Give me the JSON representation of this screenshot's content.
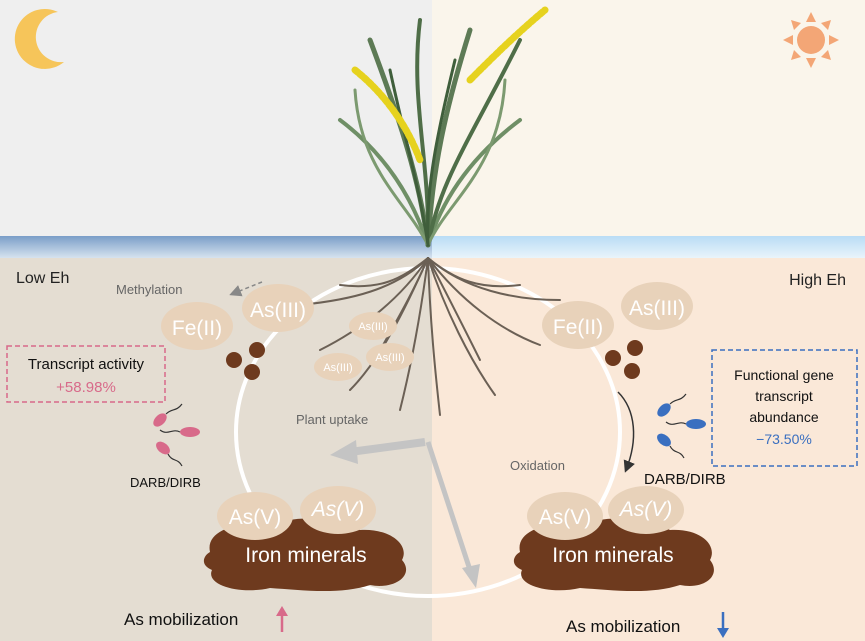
{
  "left": {
    "zone_label": "Low Eh",
    "process_label": "Methylation",
    "transcript_title": "Transcript activity",
    "transcript_value": "+58.98%",
    "microbe_label": "DARB/DIRB",
    "mobilization_label": "As mobilization",
    "mobilization_direction": "up",
    "icon": "moon-icon"
  },
  "right": {
    "zone_label": "High Eh",
    "process_label": "Oxidation",
    "gene_line1": "Functional gene",
    "gene_line2": "transcript",
    "gene_line3": "abundance",
    "gene_value": "−73.50%",
    "microbe_label": "DARB/DIRB",
    "mobilization_label": "As mobilization",
    "mobilization_direction": "down",
    "icon": "sun-icon"
  },
  "center": {
    "plant_uptake_label": "Plant uptake"
  },
  "species": {
    "fe2": "Fe(II)",
    "as3": "As(III)",
    "as5": "As(V)",
    "as5_italic": "As(V)",
    "iron_minerals": "Iron minerals"
  },
  "colors": {
    "sky_left": "#efefef",
    "sky_right": "#faf5eb",
    "soil_left": "#e4ddd2",
    "soil_right": "#fae8d8",
    "water": "#a8c8e8",
    "bubble": "#e8d2ba",
    "mineral": "#6e3a1e",
    "pink": "#d86a8a",
    "blue": "#3a6fc0",
    "moon": "#f6c55a",
    "sun": "#f3a676"
  }
}
